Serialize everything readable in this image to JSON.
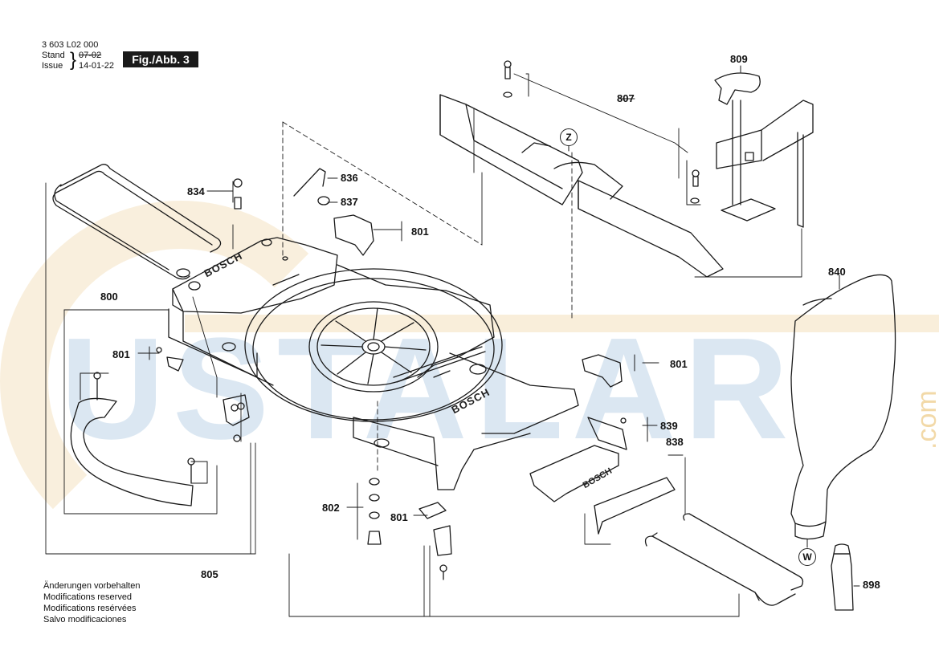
{
  "header": {
    "doc_number": "3 603 L02 000",
    "stand_label": "Stand",
    "issue_label": "Issue",
    "stand_date_struck": "07-02",
    "issue_date": "14-01-22",
    "figure_label": "Fig./Abb. 3"
  },
  "part_numbers": {
    "p800": "800",
    "p801_a": "801",
    "p801_b": "801",
    "p801_c": "801",
    "p801_d": "801",
    "p802": "802",
    "p805": "805",
    "p807": "807",
    "p809": "809",
    "p834": "834",
    "p836": "836",
    "p837": "837",
    "p838": "838",
    "p839": "839",
    "p840": "840",
    "p898": "898"
  },
  "callouts": {
    "z": "Z",
    "w": "W"
  },
  "branding": {
    "base_logo_1": "BOSCH",
    "base_logo_2": "BOSCH",
    "clamp_logo": "BOSCH"
  },
  "watermark": {
    "text": "USTALAR",
    "suffix": ".com"
  },
  "notes": [
    "Änderungen vorbehalten",
    "Modifications reserved",
    "Modifications resérvées",
    "Salvo modificaciones"
  ],
  "colors": {
    "line": "#1a1a1a",
    "watermark_blue": "#cfe0ee",
    "watermark_orange": "#f2d9a8"
  }
}
